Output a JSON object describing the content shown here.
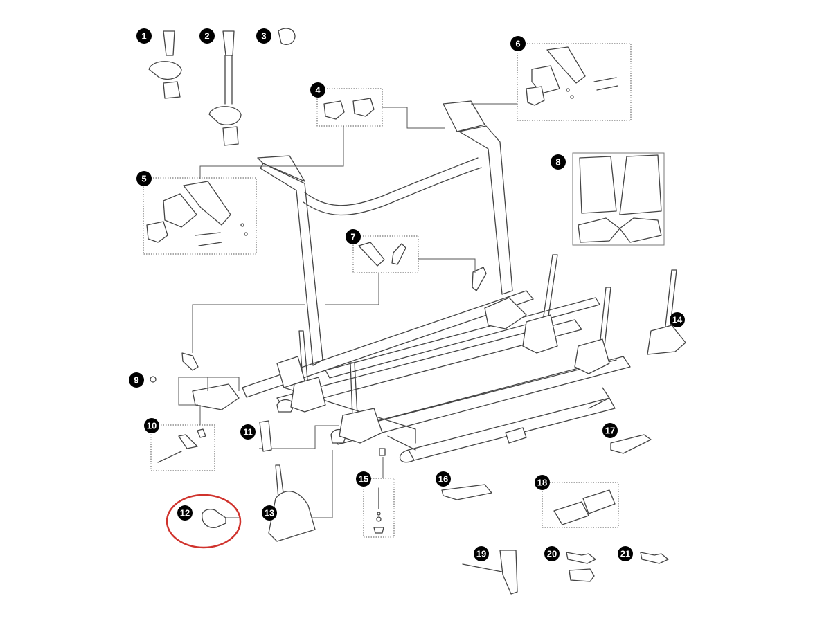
{
  "diagram": {
    "type": "exploded parts diagram",
    "highlight_color": "#d0332d",
    "highlighted_part": "12",
    "callouts": [
      "1",
      "2",
      "3",
      "4",
      "5",
      "6",
      "7",
      "8",
      "9",
      "10",
      "11",
      "12",
      "13",
      "14",
      "15",
      "16",
      "17",
      "18",
      "19",
      "20",
      "21"
    ]
  }
}
